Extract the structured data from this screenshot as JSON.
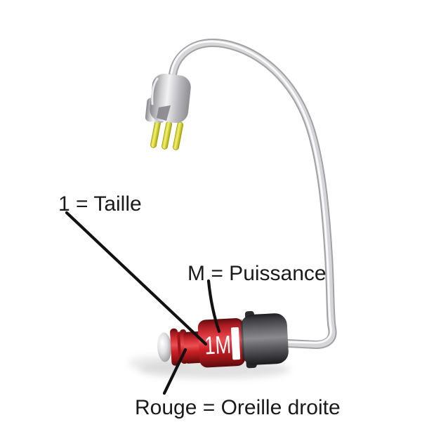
{
  "diagram": {
    "labels": {
      "size": "1 = Taille",
      "power": "M = Puissance",
      "side": "Rouge = Oreille droite"
    },
    "receiver": {
      "marking": "1M"
    },
    "colors": {
      "receiver_red": "#d42830",
      "receiver_dark_gray": "#565658",
      "wire_gray": "#c6c6c8",
      "pin_yellow": "#e8e042",
      "label_text": "#1a1a1a",
      "marking_text": "#ffffff",
      "background": "#ffffff"
    }
  }
}
